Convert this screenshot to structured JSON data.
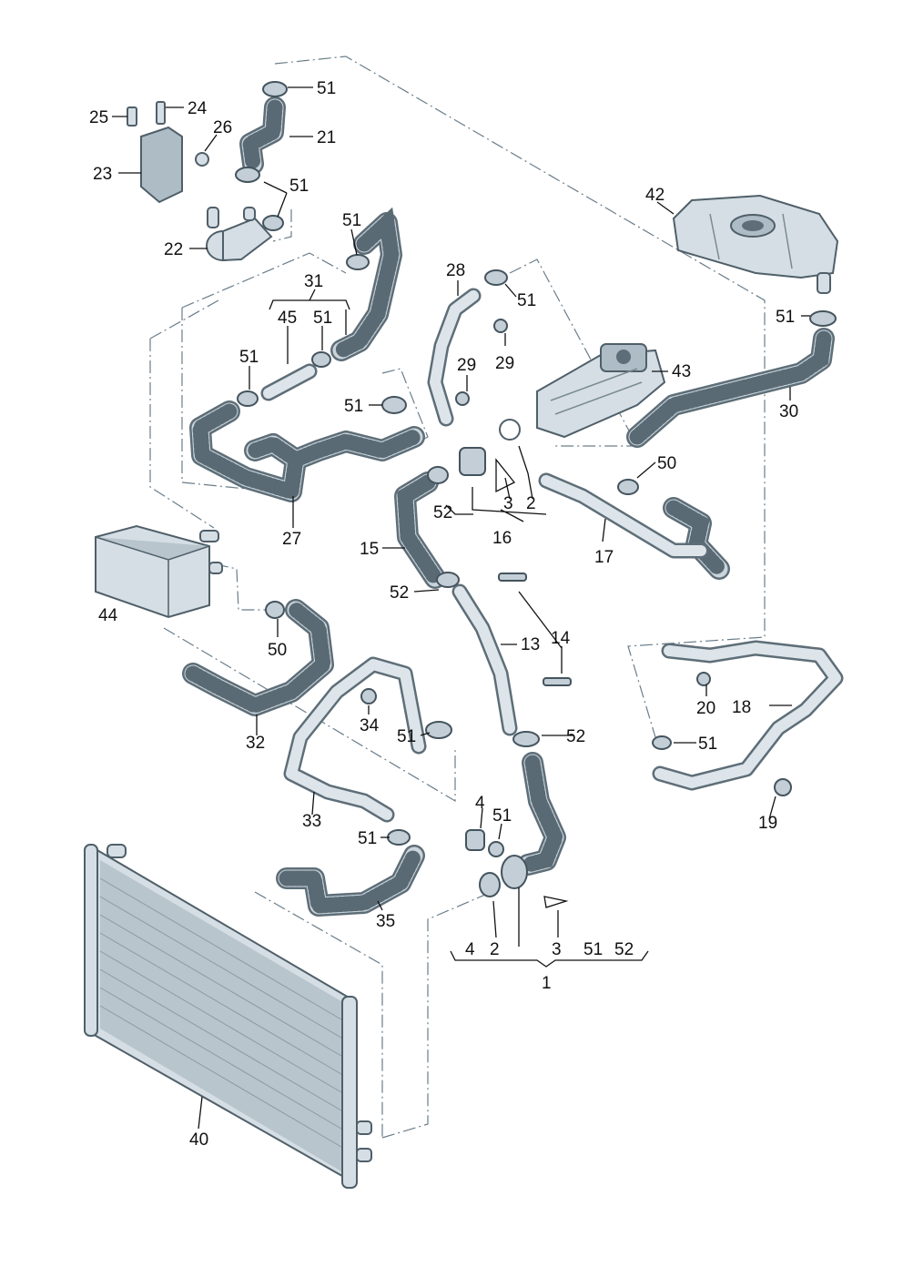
{
  "diagram": {
    "labels": [
      "51",
      "21",
      "25",
      "24",
      "26",
      "23",
      "51",
      "22",
      "51",
      "31",
      "45",
      "51",
      "51",
      "51",
      "27",
      "28",
      "51",
      "29",
      "29",
      "43",
      "42",
      "51",
      "30",
      "2",
      "3",
      "52",
      "16",
      "15",
      "50",
      "17",
      "52",
      "14",
      "13",
      "44",
      "50",
      "32",
      "34",
      "51",
      "33",
      "52",
      "20",
      "18",
      "51",
      "19",
      "4",
      "51",
      "51",
      "35",
      "4",
      "2",
      "3",
      "51",
      "52",
      "1",
      "40"
    ],
    "callouts": {
      "c01": "51",
      "c02": "21",
      "c03": "25",
      "c04": "24",
      "c05": "26",
      "c06": "23",
      "c07": "51",
      "c08": "22",
      "c09": "51",
      "c10": "31",
      "c11": "45",
      "c12": "51",
      "c13": "51",
      "c14": "51",
      "c15": "27",
      "c16": "28",
      "c17": "51",
      "c18": "29",
      "c19": "29",
      "c20": "43",
      "c21": "42",
      "c22": "51",
      "c23": "30",
      "c24": "2",
      "c25": "3",
      "c26": "52",
      "c27": "16",
      "c28": "15",
      "c29": "50",
      "c30": "17",
      "c31": "52",
      "c32": "14",
      "c33": "13",
      "c34": "44",
      "c35": "50",
      "c36": "32",
      "c37": "34",
      "c38": "51",
      "c39": "33",
      "c40": "52",
      "c41": "20",
      "c42": "18",
      "c43": "51",
      "c44": "19",
      "c45": "4",
      "c46": "51",
      "c47": "51",
      "c48": "35",
      "c49": "4",
      "c50": "2",
      "c51": "3",
      "c52": "51",
      "c53": "52",
      "c54": "1",
      "c55": "40"
    }
  }
}
